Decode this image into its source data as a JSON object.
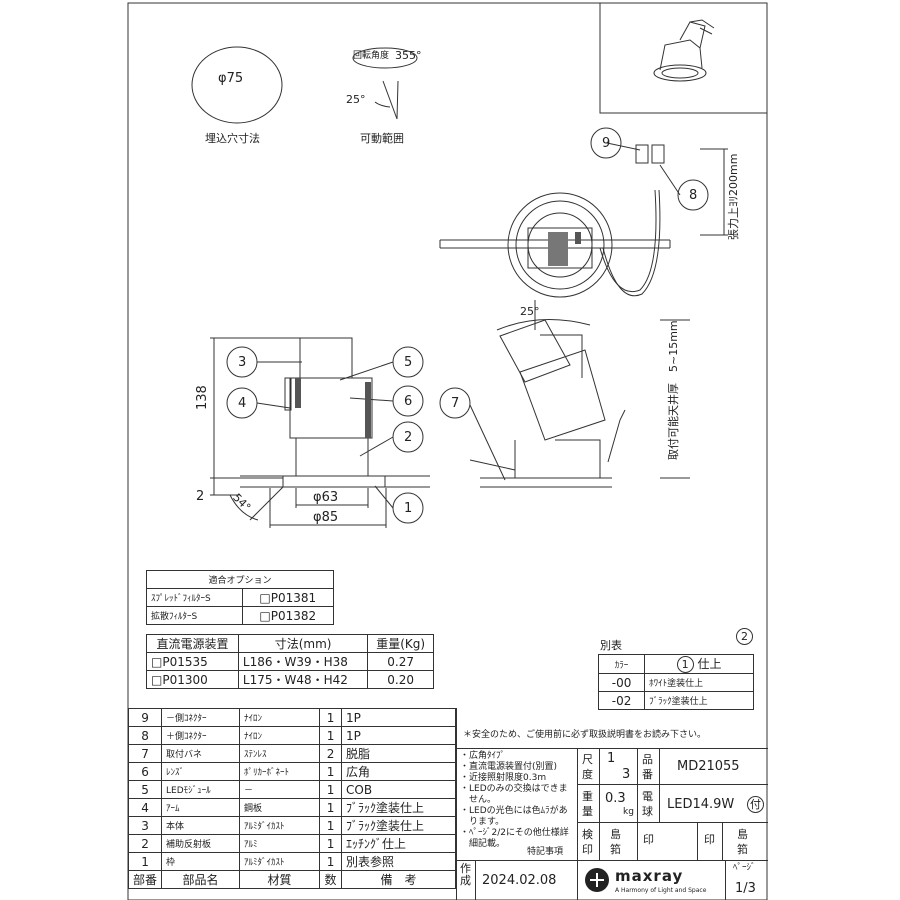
{
  "hole": {
    "dia": "φ75",
    "caption": "埋込穴寸法"
  },
  "rotation": {
    "label": "回転角度",
    "deg": "355°",
    "tilt": "25°",
    "caption": "可動範囲"
  },
  "balloons": {
    "b1": "1",
    "b2": "2",
    "b3": "3",
    "b4": "4",
    "b5": "5",
    "b6": "6",
    "b7": "7",
    "b8": "8",
    "b9": "9"
  },
  "dims": {
    "height": "138",
    "base": "2",
    "angle": "54°",
    "d63": "φ63",
    "d85": "φ85",
    "tilt": "25°",
    "ceiling": "取付可能天井厚　5~15mm",
    "lead": "張力上ﾖﾘ200mm"
  },
  "options": {
    "header": "適合オプション",
    "rows": [
      {
        "name": "ｽﾌﾟﾚｯﾄﾞﾌｨﾙﾀｰS",
        "code": "□P01381"
      },
      {
        "name": "拡散ﾌｨﾙﾀｰS",
        "code": "□P01382"
      }
    ]
  },
  "power": {
    "headers": [
      "直流電源装置",
      "寸法(mm)",
      "重量(Kg)"
    ],
    "rows": [
      [
        "□P01535",
        "L186・W39・H38",
        "0.27"
      ],
      [
        "□P01300",
        "L175・W48・H42",
        "0.20"
      ]
    ]
  },
  "betsu": {
    "title": "別表",
    "mark": "2",
    "header_color": "ｶﾗｰ",
    "header_mark": "1",
    "header_text": "仕上",
    "rows": [
      [
        "-00",
        "ﾎﾜｲﾄ塗装仕上"
      ],
      [
        "-02",
        "ﾌﾞﾗｯｸ塗装仕上"
      ]
    ]
  },
  "parts": [
    [
      "9",
      "－側ｺﾈｸﾀｰ",
      "ﾅｲﾛﾝ",
      "1",
      "1P"
    ],
    [
      "8",
      "＋側ｺﾈｸﾀｰ",
      "ﾅｲﾛﾝ",
      "1",
      "1P"
    ],
    [
      "7",
      "取付バネ",
      "ｽﾃﾝﾚｽ",
      "2",
      "脱脂"
    ],
    [
      "6",
      "ﾚﾝｽﾞ",
      "ﾎﾟﾘｶｰﾎﾞﾈｰﾄ",
      "1",
      "広角"
    ],
    [
      "5",
      "LEDﾓｼﾞｭｰﾙ",
      "－",
      "1",
      "COB"
    ],
    [
      "4",
      "ｱｰﾑ",
      "鋼板",
      "1",
      "ﾌﾞﾗｯｸ塗装仕上"
    ],
    [
      "3",
      "本体",
      "ｱﾙﾐﾀﾞｲｶｽﾄ",
      "1",
      "ﾌﾞﾗｯｸ塗装仕上"
    ],
    [
      "2",
      "補助反射板",
      "ｱﾙﾐ",
      "1",
      "ｴｯﾁﾝｸﾞ仕上"
    ],
    [
      "1",
      "枠",
      "ｱﾙﾐﾀﾞｲｶｽﾄ",
      "1",
      "別表参照"
    ]
  ],
  "parts_header": [
    "部番",
    "部品名",
    "材質",
    "数",
    "備　考"
  ],
  "title_block": {
    "safety": "＊安全のため、ご使用前に必ず取扱説明書をお読み下さい。",
    "notes": [
      "・広角ﾀｲﾌﾟ",
      "・直流電源装置付(別置)",
      "・近接照射限度0.3m",
      "・LEDのみの交換はできま",
      "　せん。",
      "・LEDの光色には色ﾑﾗがあ",
      "　ります。",
      "・ﾍﾟｰｼﾞ2/2にその他仕様詳",
      "　細記載。"
    ],
    "notes_caption": "特記事項",
    "scale_label": "尺度",
    "scale_a": "1",
    "scale_b": "3",
    "part_no_label": "品番",
    "part_no": "MD21055",
    "weight_label": "重量",
    "weight": "0.3",
    "weight_unit": "kg",
    "lamp_label": "電球",
    "lamp": "LED14.9W",
    "lamp_mark": "付",
    "check_label": "検印",
    "check_name": "島筘",
    "stamp": "印",
    "stamp2": "印",
    "name2": "島筘",
    "made_label": "作成",
    "date": "2024.02.08",
    "brand": "maxray",
    "tagline": "A Harmony of Light and Space",
    "page_label": "ﾍﾟｰｼﾞ",
    "page": "1/3"
  }
}
